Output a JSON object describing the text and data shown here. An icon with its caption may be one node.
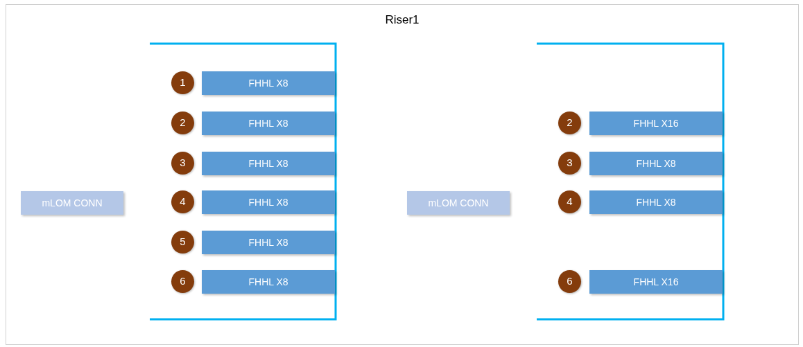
{
  "diagram": {
    "title": "Riser1",
    "nodes": [
      {
        "text": [
          "mLOM CONN"
        ]
      },
      {
        "text": [
          "1"
        ]
      },
      {
        "text": [
          "FHHL X8"
        ]
      },
      {
        "text": [
          "2"
        ]
      },
      {
        "text": [
          "FHHL X8"
        ]
      },
      {
        "text": [
          "3"
        ]
      },
      {
        "text": [
          "FHHL X8"
        ]
      },
      {
        "text": [
          "4"
        ]
      },
      {
        "text": [
          "FHHL X8"
        ]
      },
      {
        "text": [
          "5"
        ]
      },
      {
        "text": [
          "FHHL X8"
        ]
      },
      {
        "text": [
          "6"
        ]
      },
      {
        "text": [
          "FHHL X8"
        ]
      },
      {
        "text": [
          "mLOM CONN"
        ]
      },
      {
        "text": [
          "2"
        ]
      },
      {
        "text": [
          "FHHL X16"
        ]
      },
      {
        "text": [
          "3"
        ]
      },
      {
        "text": [
          "FHHL X8"
        ]
      },
      {
        "text": [
          "4"
        ]
      },
      {
        "text": [
          "FHHL X8"
        ]
      },
      {
        "text": [
          "6"
        ]
      },
      {
        "text": [
          "FHHL X16"
        ]
      }
    ]
  }
}
